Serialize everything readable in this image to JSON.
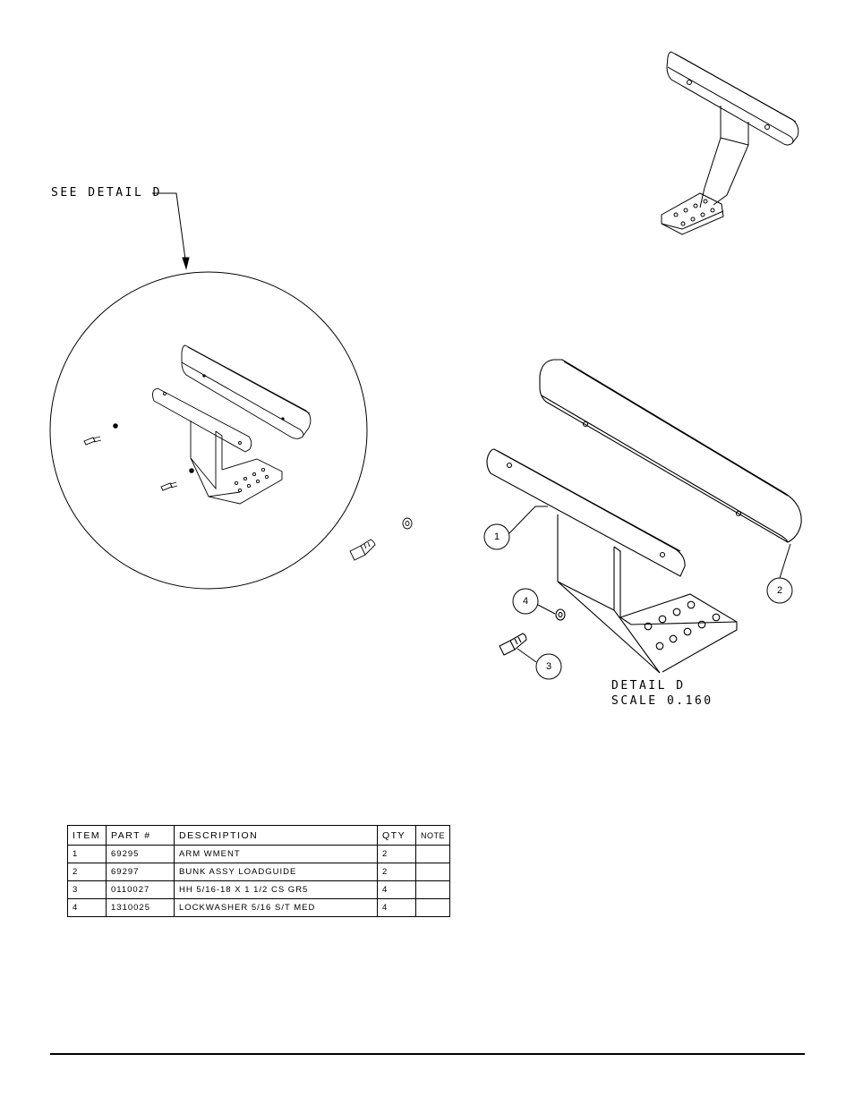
{
  "labels": {
    "see_detail": "SEE DETAIL D",
    "detail_title": "DETAIL D",
    "detail_scale": "SCALE 0.160"
  },
  "callouts": [
    "1",
    "2",
    "3",
    "4"
  ],
  "bom": {
    "headers": [
      "ITEM",
      "PART #",
      "DESCRIPTION",
      "QTY",
      "NOTE"
    ],
    "rows": [
      [
        "1",
        "69295",
        "ARM WMENT",
        "2",
        ""
      ],
      [
        "2",
        "69297",
        "BUNK ASSY LOADGUIDE",
        "2",
        ""
      ],
      [
        "3",
        "0110027",
        "HH 5/16-18 X 1 1/2 CS GR5",
        "4",
        ""
      ],
      [
        "4",
        "1310025",
        "LOCKWASHER 5/16 S/T MED",
        "4",
        ""
      ]
    ]
  }
}
